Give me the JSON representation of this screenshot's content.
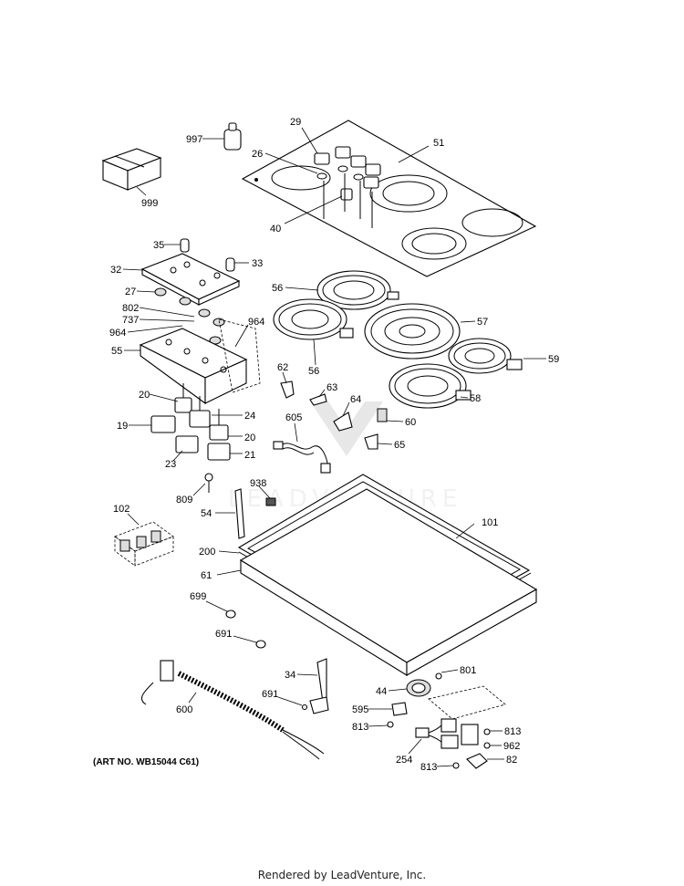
{
  "diagram": {
    "art_number": "(ART NO. WB15044 C61)",
    "watermark": "LEADVENTURE",
    "footer": "Rendered by LeadVenture, Inc.",
    "callouts": {
      "c997": "997",
      "c999": "999",
      "c29": "29",
      "c26": "26",
      "c51": "51",
      "c40": "40",
      "c35": "35",
      "c32": "32",
      "c33": "33",
      "c27": "27",
      "c802": "802",
      "c737": "737",
      "c964a": "964",
      "c964b": "964",
      "c55": "55",
      "c56a": "56",
      "c56b": "56",
      "c57": "57",
      "c59": "59",
      "c58": "58",
      "c62": "62",
      "c63": "63",
      "c64": "64",
      "c60": "60",
      "c605": "605",
      "c65": "65",
      "c20a": "20",
      "c24": "24",
      "c19": "19",
      "c20b": "20",
      "c23": "23",
      "c21": "21",
      "c809": "809",
      "c938": "938",
      "c54": "54",
      "c102": "102",
      "c101": "101",
      "c200": "200",
      "c61": "61",
      "c699": "699",
      "c691a": "691",
      "c34": "34",
      "c801": "801",
      "c691b": "691",
      "c44": "44",
      "c600": "600",
      "c595": "595",
      "c813a": "813",
      "c813b": "813",
      "c962": "962",
      "c254": "254",
      "c82": "82",
      "c813c": "813"
    }
  }
}
